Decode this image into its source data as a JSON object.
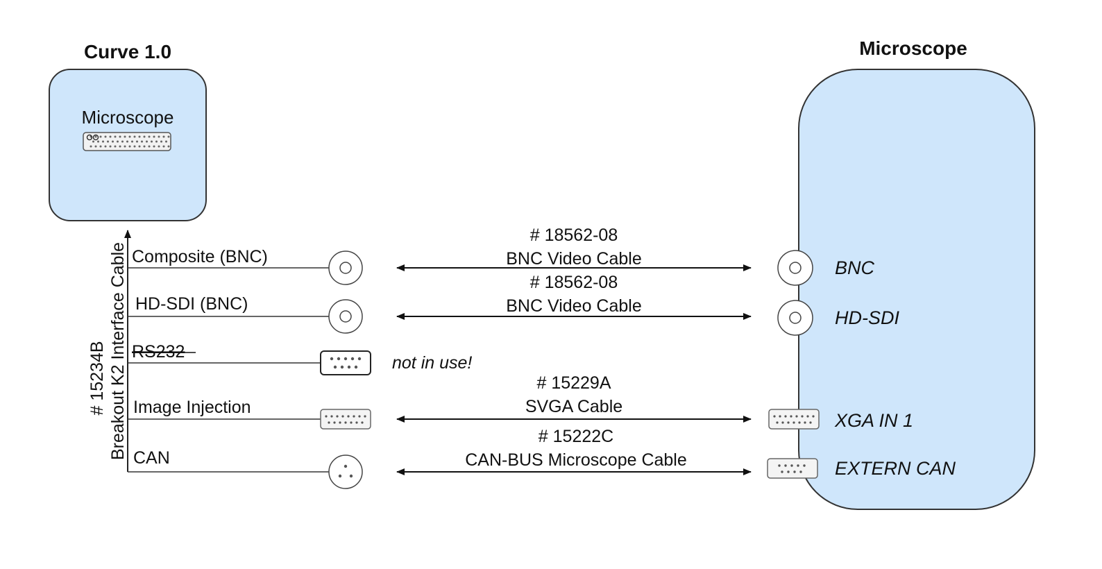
{
  "left_device": {
    "title": "Curve 1.0",
    "port_label": "Microscope"
  },
  "right_device": {
    "title": "Microscope"
  },
  "breakout_cable": {
    "part_number": "# 15234B",
    "name": "Breakout K2 Interface Cable"
  },
  "outputs": [
    {
      "label": "Composite (BNC)",
      "connector": "bnc-connector-icon"
    },
    {
      "label": "HD-SDI (BNC)",
      "connector": "bnc-connector-icon"
    },
    {
      "label": "RS232",
      "connector": "db9-connector-icon",
      "struck": true
    },
    {
      "label": "Image Injection",
      "connector": "db15-connector-icon"
    },
    {
      "label": "CAN",
      "connector": "din-connector-icon"
    }
  ],
  "cables": [
    {
      "part_number": "# 18562-08",
      "name": "BNC Video Cable"
    },
    {
      "part_number": "# 18562-08",
      "name": "BNC Video Cable"
    },
    {
      "note": "not in use!"
    },
    {
      "part_number": "# 15229A",
      "name": "SVGA Cable"
    },
    {
      "part_number": "# 15222C",
      "name": "CAN-BUS Microscope Cable"
    }
  ],
  "microscope_ports": [
    {
      "label": "BNC",
      "connector": "bnc-connector-icon"
    },
    {
      "label": "HD-SDI",
      "connector": "bnc-connector-icon"
    },
    {
      "label": "XGA IN 1",
      "connector": "db15-connector-icon"
    },
    {
      "label": "EXTERN CAN",
      "connector": "db9-connector-icon"
    }
  ],
  "colors": {
    "device_fill": "#cfe6fb",
    "stroke": "#333333"
  }
}
